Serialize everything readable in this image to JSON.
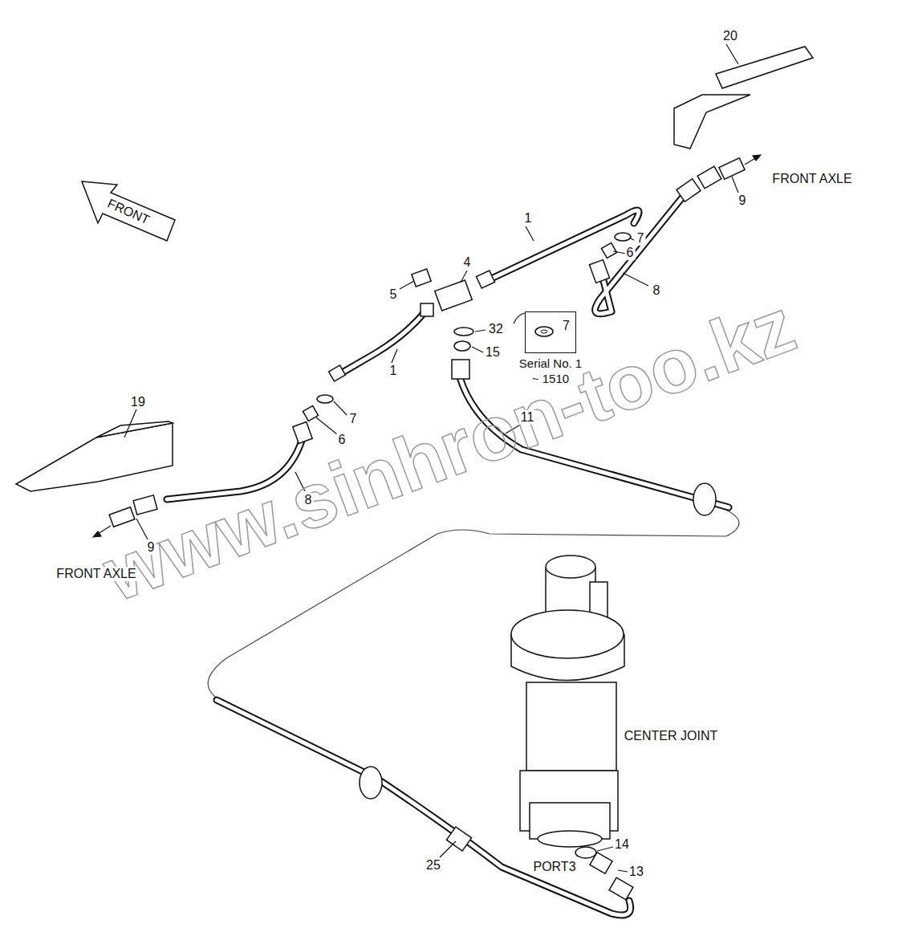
{
  "diagram": {
    "nodes": [
      {
        "text": [
          "FRONT"
        ]
      },
      {
        "text": [
          "7",
          "Serial No. 1 ~ 1510"
        ]
      }
    ],
    "labels": [
      "20",
      "9",
      "FRONT AXLE",
      "1",
      "7",
      "6",
      "8",
      "4",
      "5",
      "1",
      "32",
      "15",
      "19",
      "7",
      "6",
      "8",
      "11",
      "9",
      "FRONT AXLE",
      "CENTER JOINT",
      "14",
      "PORT3",
      "13",
      "25",
      "www.sinhron-too.kz"
    ]
  }
}
